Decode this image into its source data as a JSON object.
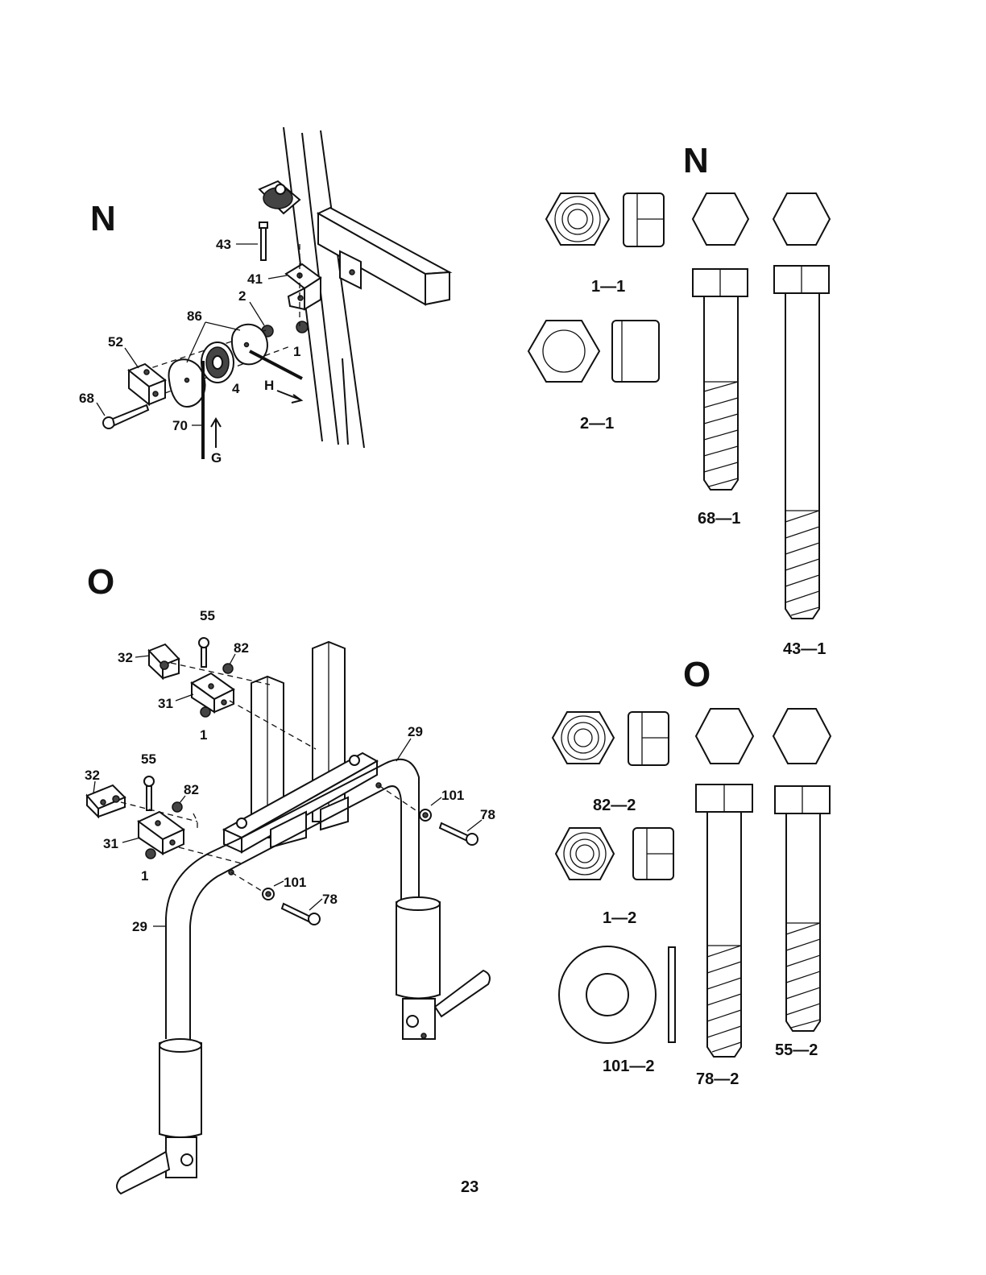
{
  "step_n": {
    "letter": "N",
    "callouts": {
      "c43": "43",
      "c41": "41",
      "c2": "2",
      "c86": "86",
      "c52": "52",
      "c1": "1",
      "c4": "4",
      "c68": "68",
      "c70": "70",
      "cG": "G",
      "cH": "H"
    }
  },
  "step_o": {
    "letter": "O",
    "callouts": {
      "c55a": "55",
      "c82a": "82",
      "c32a": "32",
      "c31a": "31",
      "c1a": "1",
      "c55b": "55",
      "c32b": "32",
      "c82b": "82",
      "c31b": "31",
      "c1b": "1",
      "c29a": "29",
      "c29b": "29",
      "c101a": "101",
      "c78a": "78",
      "c101b": "101",
      "c78b": "78"
    }
  },
  "parts_n": {
    "letter": "N",
    "items": {
      "p1": "1—1",
      "p2": "2—1",
      "p68": "68—1",
      "p43": "43—1"
    }
  },
  "parts_o": {
    "letter": "O",
    "items": {
      "p82": "82—2",
      "p1": "1—2",
      "p101": "101—2",
      "p78": "78—2",
      "p55": "55—2"
    }
  },
  "page_number": "23"
}
